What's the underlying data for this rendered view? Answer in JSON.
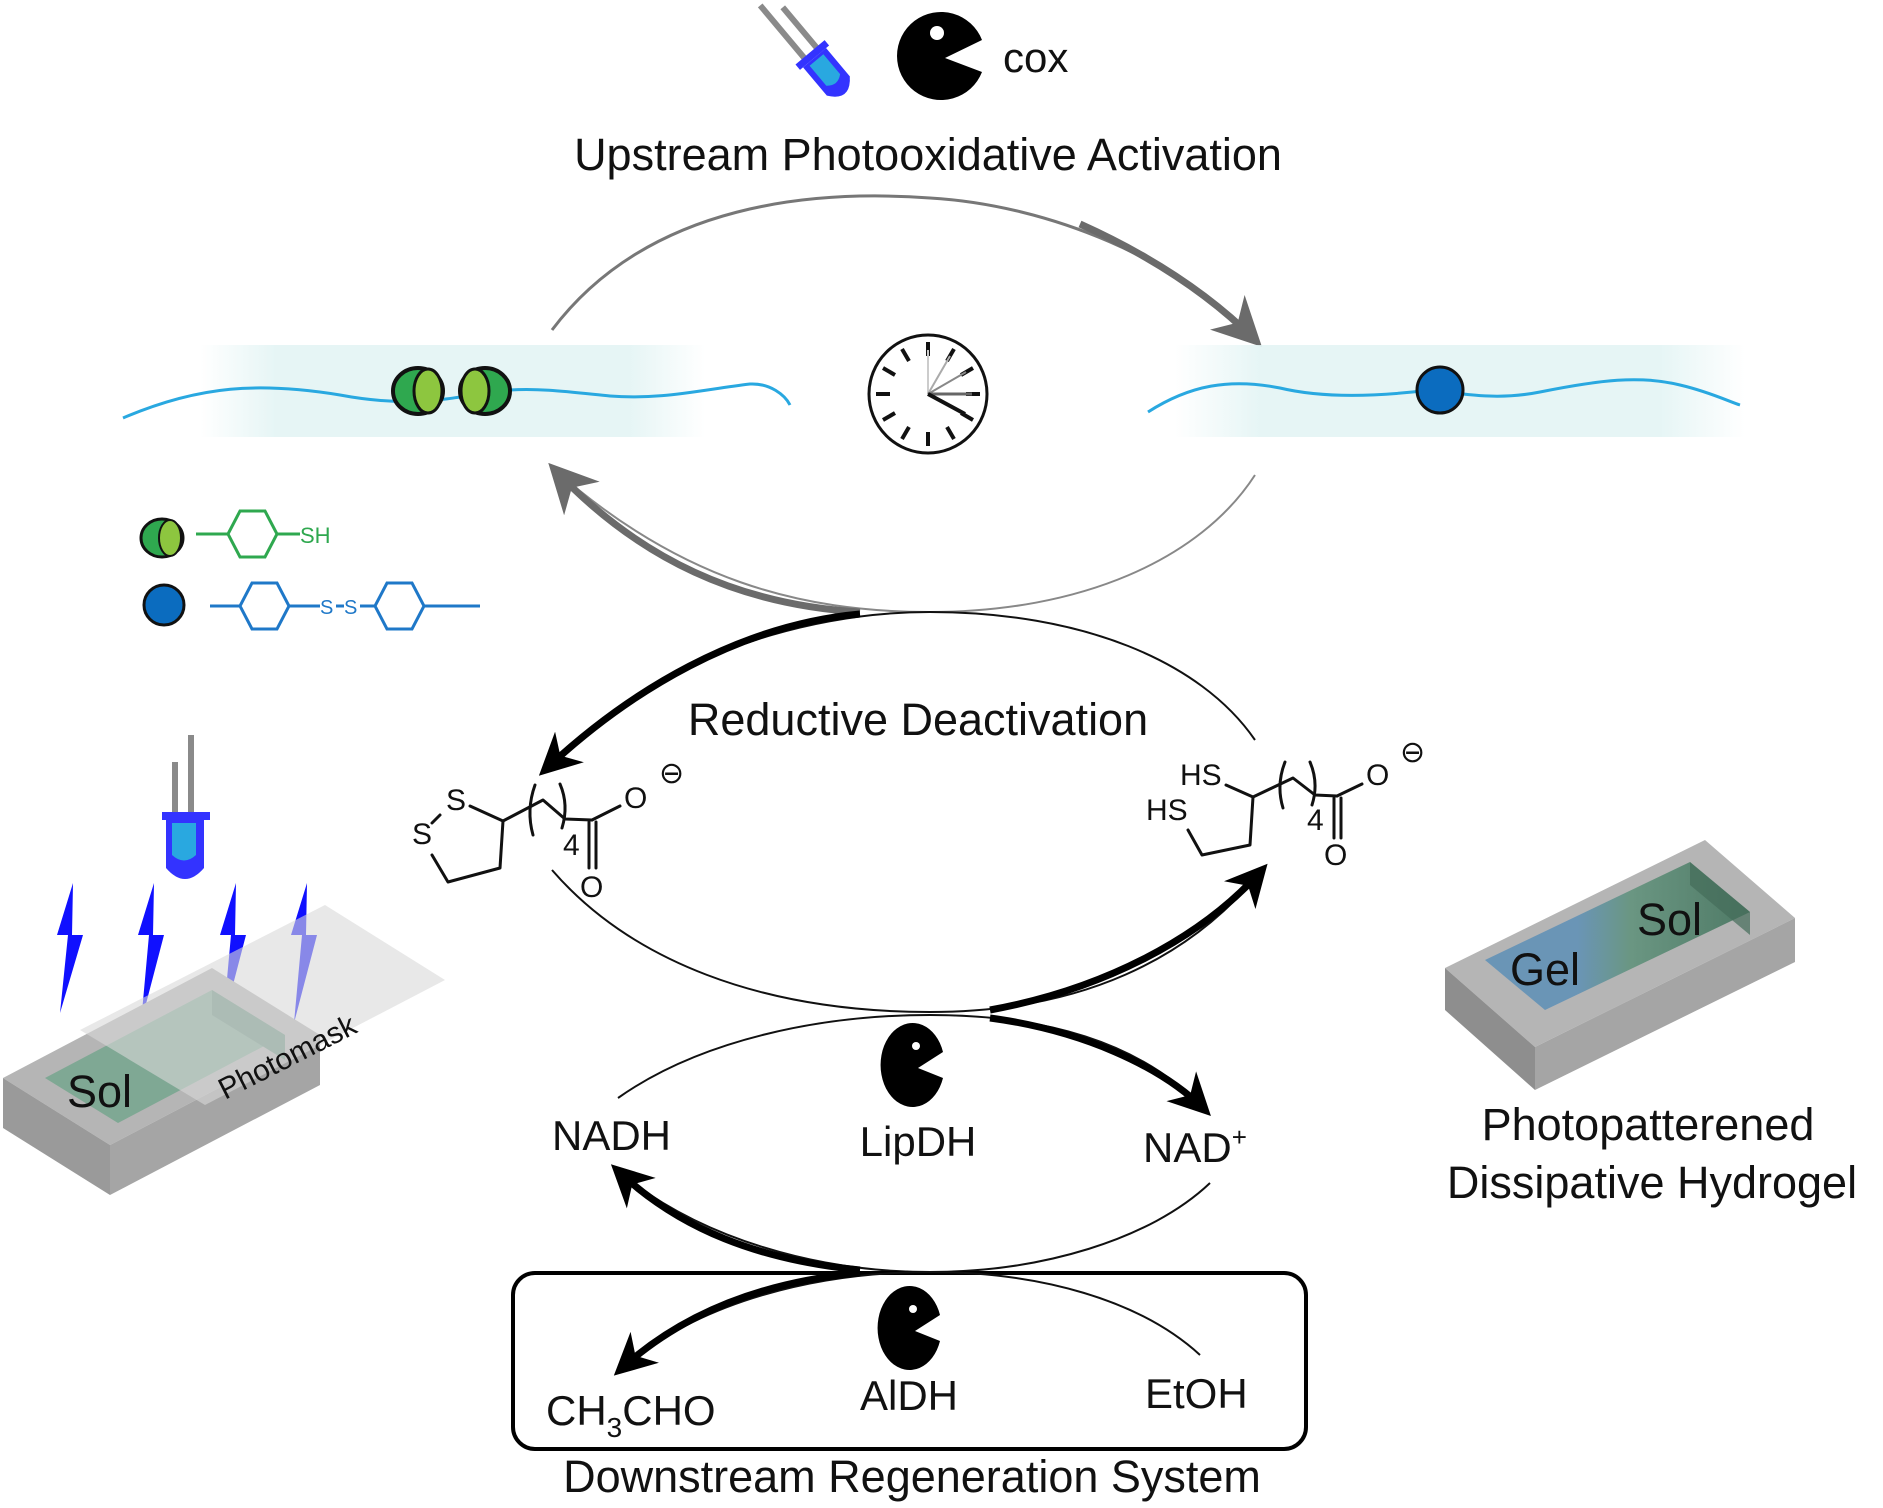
{
  "title": "Upstream Photooxidative Activation",
  "enzymes": {
    "top": "cox",
    "middle": "LipDH",
    "bottom": "AlDH"
  },
  "cycles": {
    "reductive": "Reductive Deactivation",
    "downstream": "Downstream Regeneration System"
  },
  "species": {
    "nadh": "NADH",
    "nad": "NAD",
    "nad_charge": "+",
    "acetaldehyde_a": "CH",
    "acetaldehyde_sub": "3",
    "acetaldehyde_b": "CHO",
    "ethanol": "EtOH"
  },
  "lipoate": {
    "s1": "S",
    "s2": "S",
    "n": "4",
    "o1": "O",
    "o2": "O",
    "charge": "⊖"
  },
  "dihydrolipoate": {
    "hs1": "HS",
    "hs2": "HS",
    "n": "4",
    "o1": "O",
    "o2": "O",
    "charge": "⊖"
  },
  "legend": {
    "thiol_group": "SH",
    "disulfide_s1": "S",
    "disulfide_s2": "S"
  },
  "left_panel": {
    "sol": "Sol",
    "photomask": "Photomask"
  },
  "right_panel": {
    "gel": "Gel",
    "sol": "Sol",
    "caption_line1": "Photopatterened",
    "caption_line2": "Dissipative Hydrogel"
  },
  "colors": {
    "thiol_green": "#2fa84f",
    "disulfide_blue": "#1f78c8",
    "polymer_blue": "#29a8e0",
    "led_blue": "#3333ff",
    "bolt_blue": "#1010ff",
    "arrow_gray": "#6b6b6b"
  }
}
